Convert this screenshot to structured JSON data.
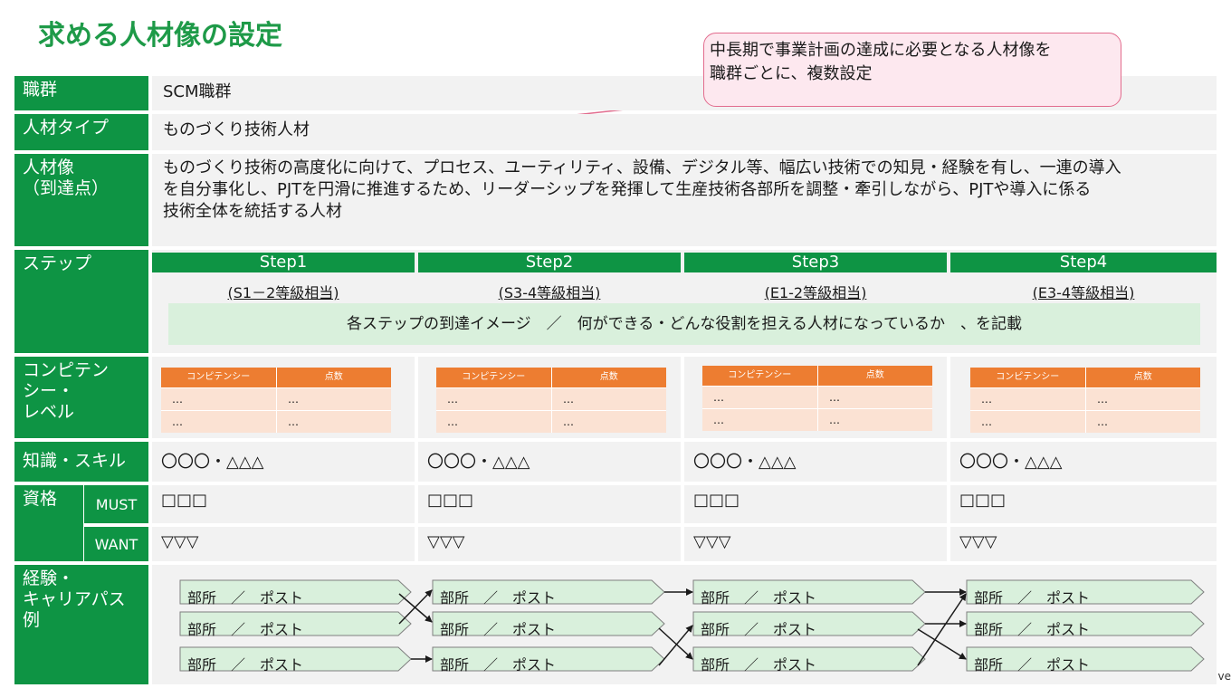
{
  "page": {
    "title": "求める人材像の設定",
    "callout": [
      "中長期で事業計画の達成に必要となる人材像を",
      "職群ごとに、複数設定"
    ],
    "corner_text": "ve"
  },
  "colors": {
    "primary_green": "#0e9444",
    "title_green": "#1e9a48",
    "orange": "#ed7d31",
    "light_orange": "#fbe2d3",
    "light_green": "#d9f0dc",
    "callout_bg": "#fde8ef",
    "callout_border": "#e26c8e"
  },
  "rows": {
    "shokugun": {
      "label": "職群",
      "value": "SCM職群"
    },
    "jinzai_type": {
      "label": "人材タイプ",
      "value": "ものづくり技術人材"
    },
    "jinzaizou": {
      "label": [
        "人材像",
        "（到達点）"
      ],
      "value": [
        "ものづくり技術の高度化に向けて、プロセス、ユーティリティ、設備、デジタル等、幅広い技術での知見・経験を有し、一連の導入",
        "を自分事化し、PJTを円滑に推進するため、リーダーシップを発揮して生産技術各部所を調整・牽引しながら、PJTや導入に係る",
        "技術全体を統括する人材"
      ]
    },
    "step": {
      "label": "ステップ",
      "banner": "各ステップの到達イメージ　／　何ができる・どんな役割を担える人材になっているか　、を記載"
    },
    "competency": {
      "label": [
        "コンピテン",
        "シー・",
        "レベル"
      ],
      "col1": "コンピテンシー",
      "col2": "点数",
      "cell": "…"
    },
    "skill": {
      "label": "知識・スキル"
    },
    "shikaku": {
      "label": "資格",
      "must": "MUST",
      "want": "WANT"
    },
    "career": {
      "label": [
        "経験・",
        "キャリアパス",
        "例"
      ],
      "box_label": "部所　／　ポスト"
    }
  },
  "steps": [
    {
      "name": "Step1",
      "grade": "(S1－2等級相当)",
      "skill": "〇〇〇・△△△",
      "must": "□□□",
      "want": "▽▽▽"
    },
    {
      "name": "Step2",
      "grade": "(S3-4等級相当)",
      "skill": "〇〇〇・△△△",
      "must": "□□□",
      "want": "▽▽▽"
    },
    {
      "name": "Step3",
      "grade": "(E1-2等級相当)",
      "skill": "〇〇〇・△△△",
      "must": "□□□",
      "want": "▽▽▽"
    },
    {
      "name": "Step4",
      "grade": "(E3-4等級相当)",
      "skill": "〇〇〇・△△△",
      "must": "□□□",
      "want": "▽▽▽"
    }
  ]
}
